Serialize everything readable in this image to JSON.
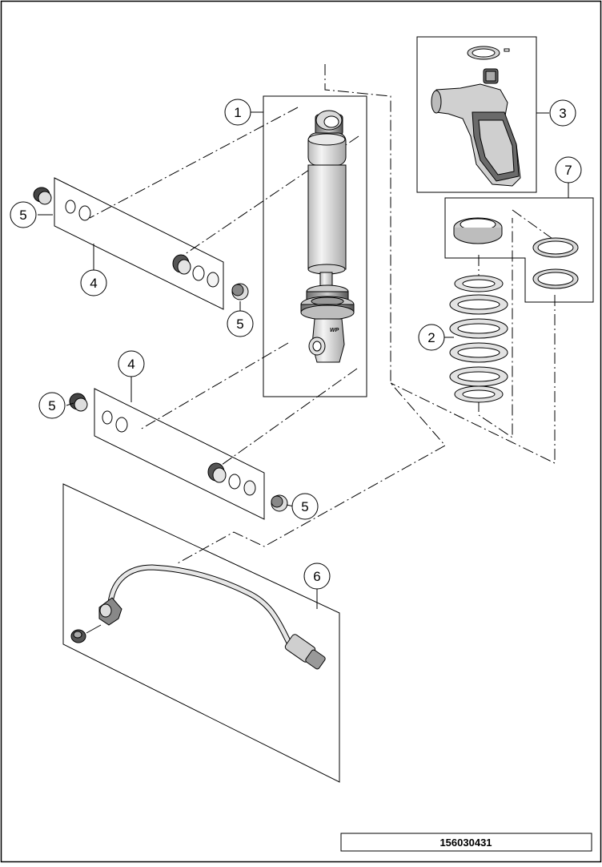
{
  "callouts": {
    "c1": "1",
    "c2": "2",
    "c3": "3",
    "c4a": "4",
    "c4b": "4",
    "c5a": "5",
    "c5b": "5",
    "c5c": "5",
    "c5d": "5",
    "c6": "6",
    "c7": "7"
  },
  "drawing_number": "156030431",
  "shock_logo": "WP"
}
